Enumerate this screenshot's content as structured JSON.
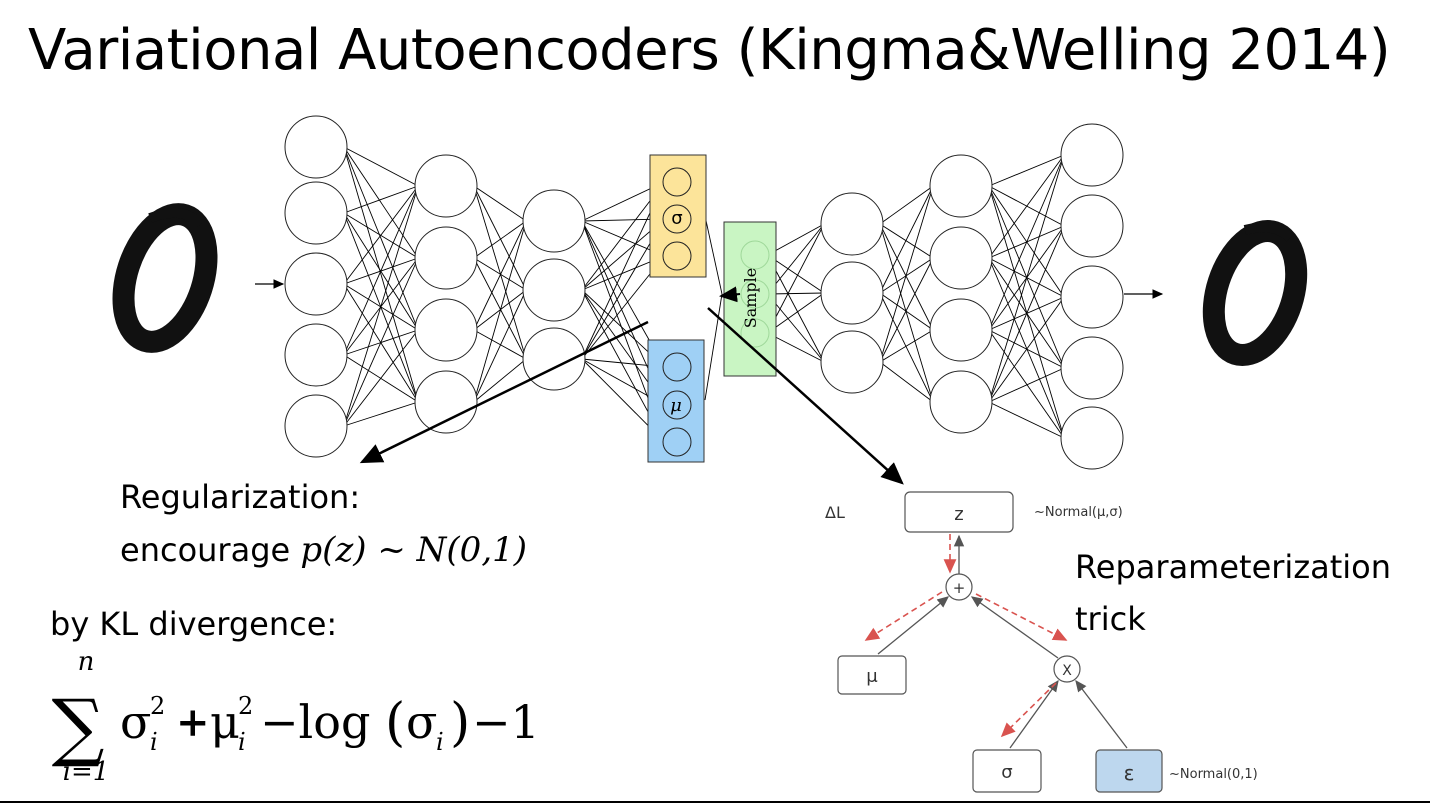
{
  "title": "Variational Autoencoders (Kingma&Welling 2014)",
  "encoder": {
    "sigma_label": "σ",
    "mu_label": "μ",
    "sigma_color": "#fce49a",
    "mu_color": "#9fd0f5"
  },
  "sample_label": "Sample",
  "sample_color": "#c9f5c3",
  "regularization": {
    "line1": "Regularization:",
    "line2_prefix": "encourage ",
    "line2_math": "p(z) ~ N(0,1)"
  },
  "kl": {
    "label": "by KL divergence:",
    "sum_upper": "n",
    "sum_lower": "i=1",
    "sigma_sym": "σ",
    "mu_sym": "μ",
    "sub_i": "i",
    "sq": "2",
    "plus": "+",
    "minus_log": "−log",
    "minus_one": "−1"
  },
  "reparam": {
    "title_line1": "Reparameterization",
    "title_line2": "trick",
    "delta_l": "ΔL",
    "z_label": "z",
    "z_dist": "~Normal(μ,σ)",
    "plus_node": "+",
    "times_node": "X",
    "mu_box": "μ",
    "sigma_box": "σ",
    "eps_box": "ε",
    "eps_dist": "~Normal(0,1)",
    "eps_color": "#bdd7ee",
    "grad_color": "#d9534f"
  }
}
